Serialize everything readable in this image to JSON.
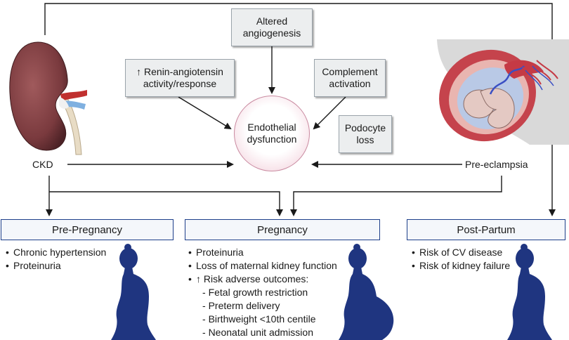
{
  "boxes": {
    "altered_angiogenesis": "Altered\nangiogenesis",
    "renin_angiotensin": "↑ Renin-angiotensin\nactivity/response",
    "complement": "Complement\nactivation",
    "podocyte": "Podocyte\nloss",
    "endothelial": "Endothelial\ndysfunction"
  },
  "labels": {
    "ckd": "CKD",
    "preeclampsia": "Pre-eclampsia"
  },
  "stages": [
    {
      "title": "Pre-Pregnancy",
      "items": [
        "Chronic hypertension",
        "Proteinuria"
      ]
    },
    {
      "title": "Pregnancy",
      "items": [
        "Proteinuria",
        "Loss of maternal kidney function",
        "↑ Risk adverse outcomes:"
      ],
      "subitems": [
        "Fetal growth restriction",
        "Preterm delivery",
        "Birthweight <10th centile",
        "Neonatal unit admission"
      ]
    },
    {
      "title": "Post-Partum",
      "items": [
        "Risk of CV disease",
        "Risk of kidney failure"
      ]
    }
  ],
  "colors": {
    "silhouette": "#1f3580",
    "header_border": "#1d3f8a",
    "kidney": "#7a3a3e",
    "circle_fill": "#f6dde5"
  },
  "icons": [
    "kidney-icon",
    "pregnant-uterus-icon",
    "woman-silhouette-icon",
    "pregnant-woman-silhouette-icon"
  ]
}
